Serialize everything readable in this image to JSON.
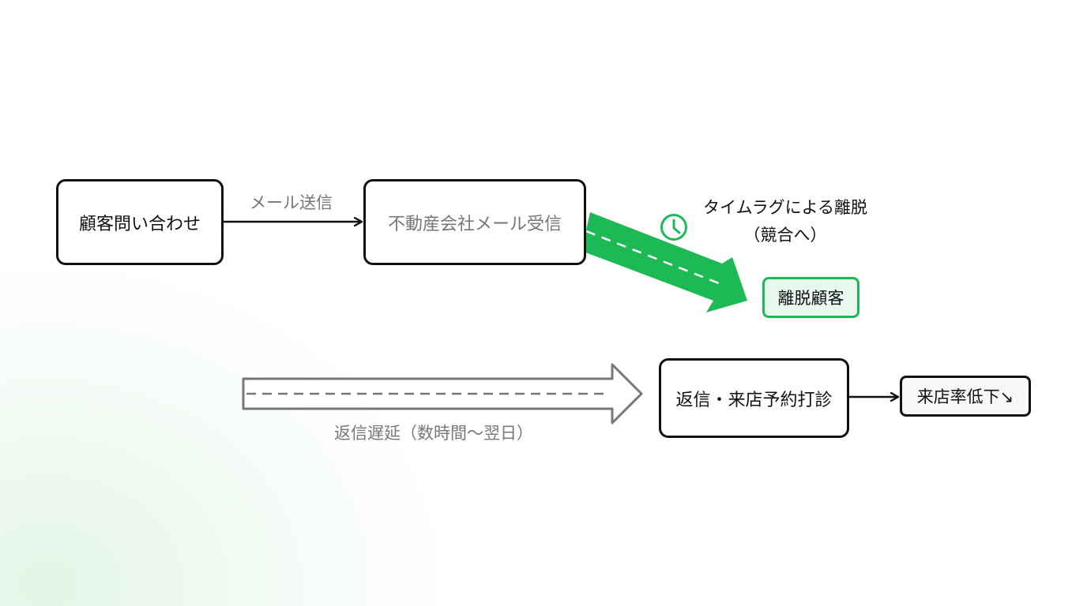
{
  "nodes": {
    "inquiry": "顧客問い合わせ",
    "mail_received": "不動産会社メール受信",
    "churned": "離脱顧客",
    "reply": "返信・来店予約打診",
    "visit_rate": "来店率低下↘"
  },
  "edges": {
    "mail_send": "メール送信",
    "delay": "返信遅延（数時間〜翌日）",
    "timelag_line1": "タイムラグによる離脱",
    "timelag_line2": "（競合へ）"
  },
  "icons": {
    "timelag": "clock-icon"
  },
  "colors": {
    "accent": "#1db954",
    "muted": "#777777",
    "ink": "#111111"
  }
}
